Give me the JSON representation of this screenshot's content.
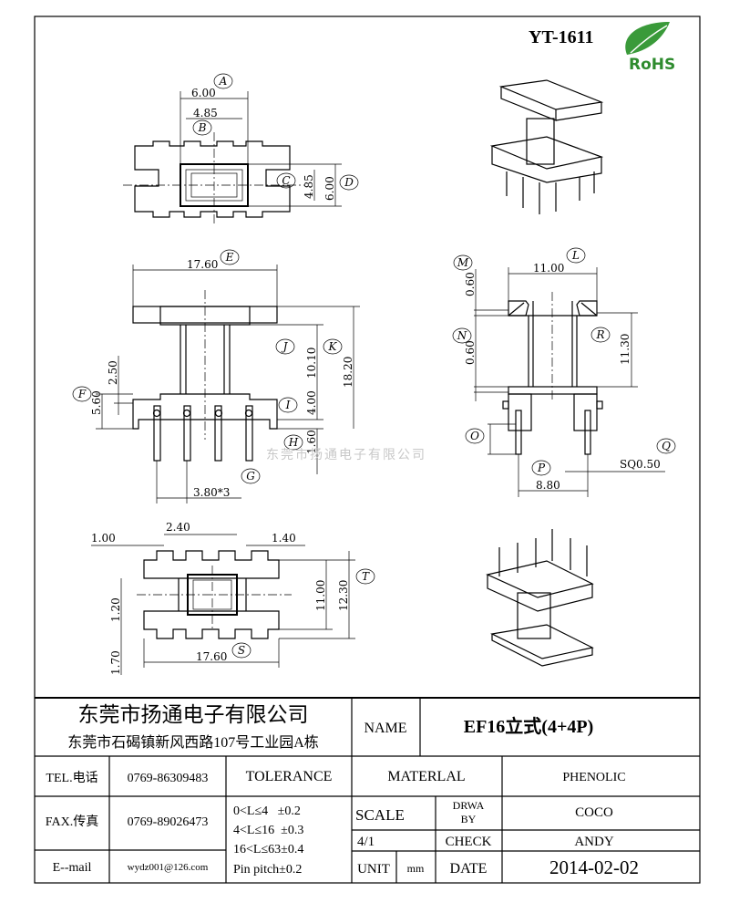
{
  "header": {
    "part_no": "YT-1611",
    "rohs": "RoHS"
  },
  "watermark": "东莞市扬通电子有限公司",
  "labels": {
    "A": "A",
    "B": "B",
    "C": "C",
    "D": "D",
    "E": "E",
    "F": "F",
    "G": "G",
    "H": "H",
    "I": "I",
    "J": "J",
    "K": "K",
    "L": "L",
    "M": "M",
    "N": "N",
    "O": "O",
    "P": "P",
    "Q": "Q",
    "R": "R",
    "S": "S",
    "T": "T"
  },
  "dims": {
    "a": "6.00",
    "b": "4.85",
    "c": "4.85",
    "d": "6.00",
    "e": "17.60",
    "f": "5.60",
    "f2": "2.50",
    "g": "3.80*3",
    "h": "1.60",
    "i": "4.00",
    "j": "10.10",
    "k": "18.20",
    "l": "11.00",
    "m": "0.60",
    "n": "0.60",
    "p": "8.80",
    "q": "SQ0.50",
    "r": "11.30",
    "b1": "1.00",
    "b2": "2.40",
    "b3": "1.40",
    "b4": "1.20",
    "b5": "1.70",
    "s": "17.60",
    "t11": "11.00",
    "t": "12.30"
  },
  "title_block": {
    "company": "东莞市扬通电子有限公司",
    "address": "东莞市石碣镇新风西路107号工业园A栋",
    "name_label": "NAME",
    "name_value": "EF16立式(4+4P)",
    "tel_label": "TEL.电话",
    "tel": "0769-86309483",
    "fax_label": "FAX.传真",
    "fax": "0769-89026473",
    "email_label": "E--mail",
    "email": "wydz001@126.com",
    "tolerance_label": "TOLERANCE",
    "tolerances": [
      "0<L≤4   ±0.2",
      "4<L≤16  ±0.3",
      "16<L≤63±0.4",
      "Pin pitch±0.2"
    ],
    "material_label": "MATERLAL",
    "material": "PHENOLIC",
    "scale_label": "SCALE",
    "scale": "4/1",
    "drawn_by_label_1": "DRWA",
    "drawn_by_label_2": "BY",
    "drawn_by": "COCO",
    "check_label": "CHECK",
    "checked_by": "ANDY",
    "unit_label": "UNIT",
    "unit": "mm",
    "date_label": "DATE",
    "date": "2014-02-02"
  }
}
